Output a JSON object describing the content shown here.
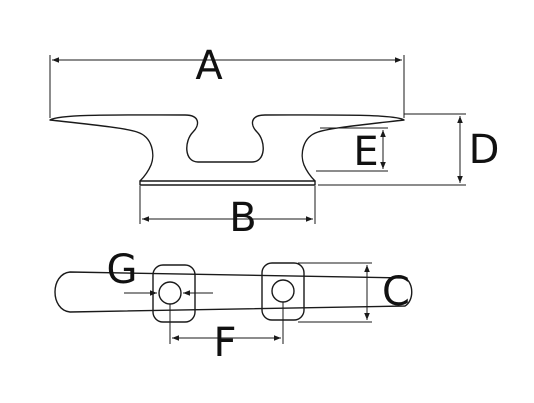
{
  "labels": {
    "a": "A",
    "b": "B",
    "c": "C",
    "d": "D",
    "e": "E",
    "f": "F",
    "g": "G"
  },
  "colors": {
    "line": "#1a1a1a",
    "background": "#ffffff"
  }
}
